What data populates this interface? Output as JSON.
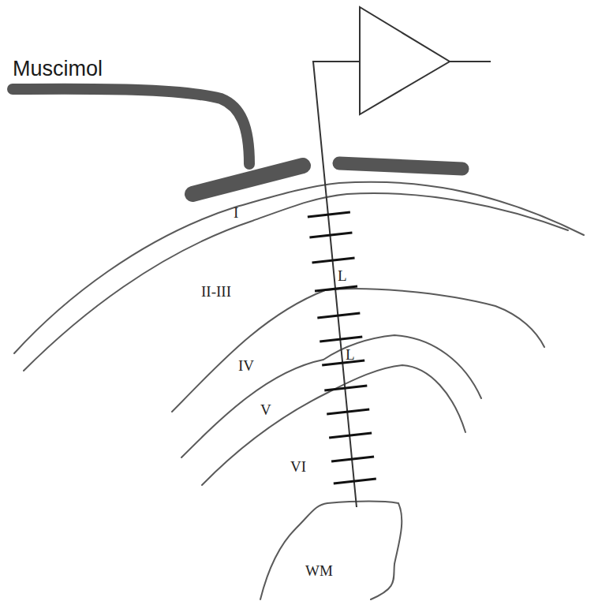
{
  "diagram": {
    "labels": [
      "Muscimol",
      "I",
      "II-III",
      "L",
      "IV",
      "L",
      "V",
      "VI",
      "WM"
    ]
  }
}
